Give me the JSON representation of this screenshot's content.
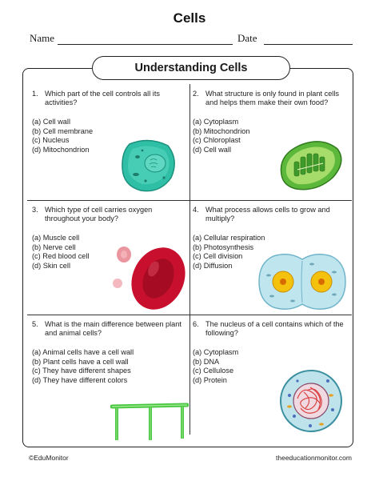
{
  "page": {
    "title": "Cells",
    "name_label": "Name",
    "date_label": "Date",
    "section_title": "Understanding Cells"
  },
  "questions": [
    {
      "number": "1.",
      "text": "Which part of the cell controls all its activities?",
      "options": [
        "(a) Cell wall",
        "(b) Cell membrane",
        "(c) Nucleus",
        "(d) Mitochondrion"
      ],
      "image": "animal-cell-icon"
    },
    {
      "number": "2.",
      "text": "What structure is only found in plant cells and helps them make their own food?",
      "options": [
        "(a) Cytoplasm",
        "(b) Mitochondrion",
        "(c) Chloroplast",
        "(d) Cell wall"
      ],
      "image": "chloroplast-icon"
    },
    {
      "number": "3.",
      "text": "Which type of cell carries oxygen throughout your body?",
      "options": [
        "(a) Muscle cell",
        "(b) Nerve cell",
        "(c) Red blood cell",
        "(d) Skin cell"
      ],
      "image": "red-blood-cell-icon"
    },
    {
      "number": "4.",
      "text": "What process allows cells to grow and multiply?",
      "options": [
        "(a) Cellular respiration",
        "(b) Photosynthesis",
        "(c) Cell division",
        "(d) Diffusion"
      ],
      "image": "cell-division-icon"
    },
    {
      "number": "5.",
      "text": "What is the main difference between plant and animal cells?",
      "options": [
        "(a) Animal cells have a cell wall",
        "(b) Plant cells have a cell wall",
        "(c) They have different shapes",
        "(d) They have different colors"
      ],
      "image": "plant-cell-wall-icon"
    },
    {
      "number": "6.",
      "text": "The nucleus of a cell contains which of the following?",
      "options": [
        "(a) Cytoplasm",
        "(b) DNA",
        "(c) Cellulose",
        "(d) Protein"
      ],
      "image": "nucleus-dna-icon"
    }
  ],
  "footer": {
    "left": "©EduMonitor",
    "right": "theeducationmonitor.com"
  },
  "colors": {
    "border": "#222222",
    "animal_cell": "#2fbfa6",
    "chloroplast": "#5cb83a",
    "red_blood_cell": "#c8102e",
    "division_cell": "#bfe6ef",
    "division_nucleus": "#f4c20d",
    "plant_wall": "#48c640",
    "dna": "#d93a3a"
  }
}
